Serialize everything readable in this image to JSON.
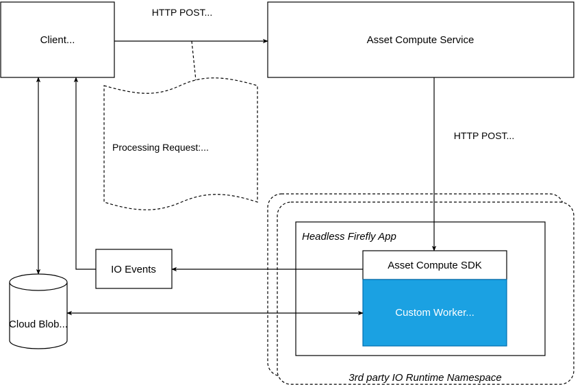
{
  "nodes": {
    "client": "Client...",
    "service": "Asset Compute Service",
    "request": "Processing Request:...",
    "io_events": "IO Events",
    "cloud_blob": "Cloud Blob...",
    "firefly_app": "Headless Firefly App",
    "sdk": "Asset Compute SDK",
    "worker": "Custom Worker...",
    "namespace": "3rd party IO Runtime Namespace"
  },
  "edges": {
    "client_to_service": "HTTP POST...",
    "service_to_sdk": "HTTP POST..."
  },
  "colors": {
    "worker_fill": "#1ba1e2",
    "worker_text": "#ffffff",
    "stroke": "#000000"
  }
}
